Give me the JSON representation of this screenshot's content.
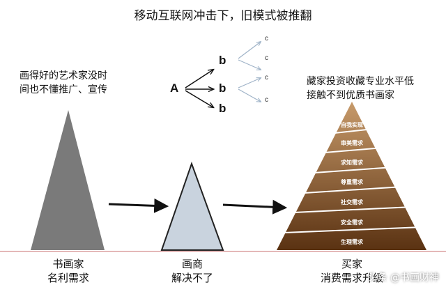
{
  "title": "移动互联网冲击下，旧模式被推翻",
  "left_caption": [
    "画得好的艺术家没时",
    "间也不懂推广、宣传"
  ],
  "right_caption": [
    "藏家投资收藏专业水平低",
    "接触不到优质书画家"
  ],
  "tree": {
    "root": "A",
    "branch": "b",
    "leaf": "c"
  },
  "columns": [
    {
      "line1": "书画家",
      "line2": "名利需求"
    },
    {
      "line1": "画商",
      "line2": "解决不了"
    },
    {
      "line1": "买家",
      "line2": "消费需求升级"
    }
  ],
  "pyramid_levels": [
    "自我实现",
    "审美需求",
    "求知需求",
    "尊重需求",
    "社交需求",
    "安全需求",
    "生理需求"
  ],
  "watermark": "头条 @书画财神",
  "colors": {
    "left_triangle": "#7a7a7a",
    "middle_triangle": "#c9d3de",
    "pyramid_top": "#c79a6a",
    "pyramid_bottom": "#5a3212",
    "baseline": "#c97070"
  }
}
